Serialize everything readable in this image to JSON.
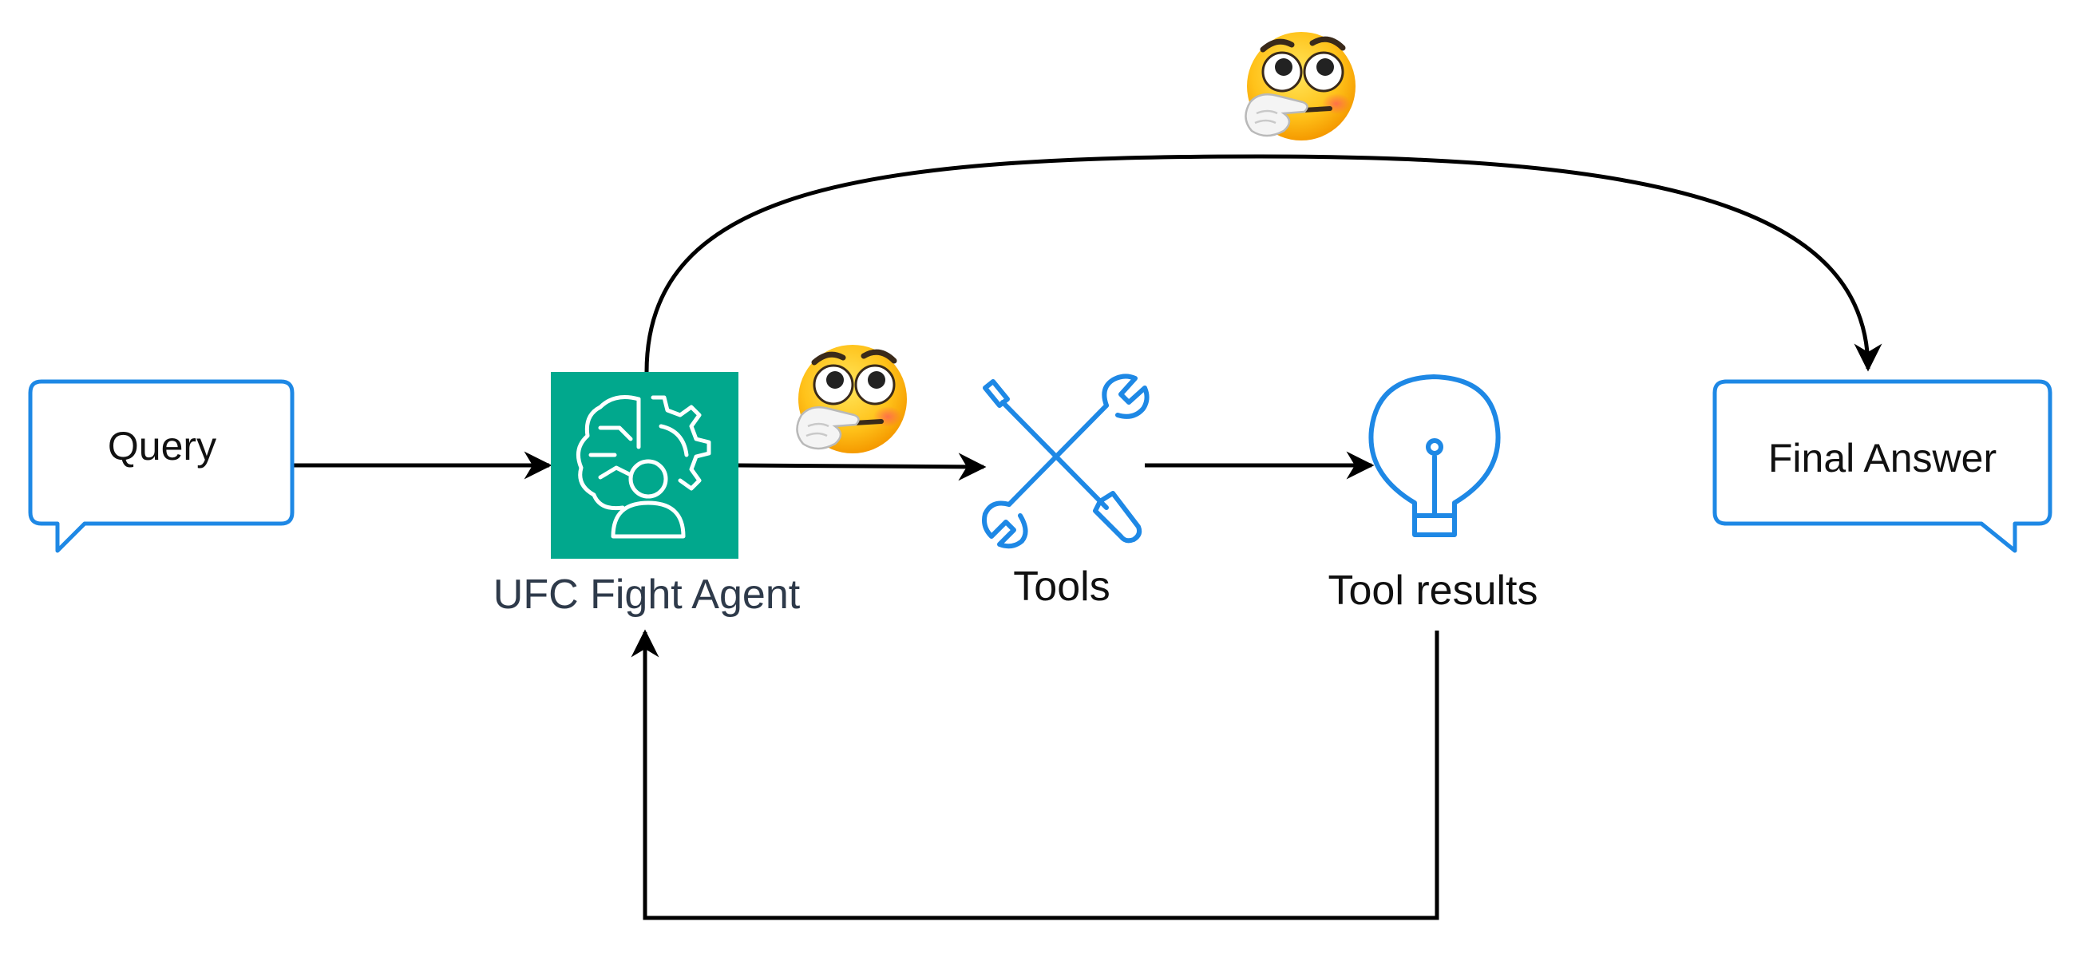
{
  "nodes": {
    "query": {
      "label": "Query"
    },
    "agent": {
      "label": "UFC Fight Agent"
    },
    "tools": {
      "label": "Tools"
    },
    "tool_results": {
      "label": "Tool results"
    },
    "final_answer": {
      "label": "Final Answer"
    }
  },
  "edges": [
    {
      "from": "query",
      "to": "agent"
    },
    {
      "from": "agent",
      "to": "tools"
    },
    {
      "from": "tools",
      "to": "tool_results"
    },
    {
      "from": "tool_results",
      "to": "agent"
    },
    {
      "from": "agent",
      "to": "final_answer"
    }
  ],
  "icons": {
    "agent": "brain-gear-person-icon",
    "tools": "wrench-screwdriver-icon",
    "tool_results": "lightbulb-icon",
    "thinking": "thinking-face-emoji"
  },
  "colors": {
    "bubble_stroke": "#1e88e5",
    "agent_bg": "#01a88d",
    "icon_blue": "#1e88e5",
    "arrow": "#000000",
    "agent_label": "#2e3a4a"
  }
}
